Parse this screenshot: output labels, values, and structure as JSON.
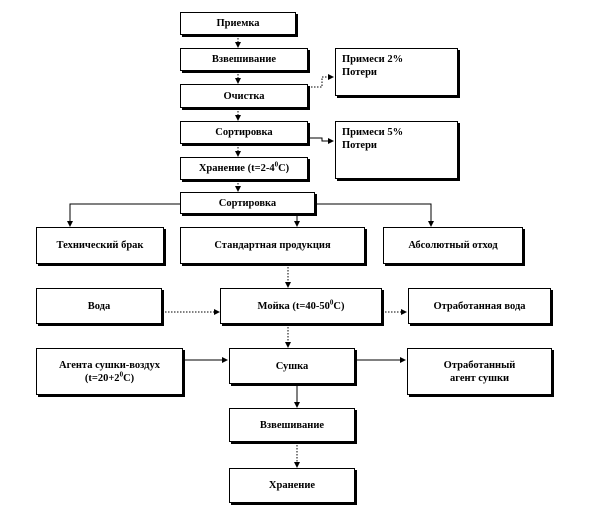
{
  "nodes": {
    "priemka": "Приемка",
    "vzveshivanie_1": "Взвешивание",
    "primesi_2": [
      "Примеси 2%",
      "Потери"
    ],
    "ochistka": "Очистка",
    "sortirovka_1": "Сортировка",
    "primesi_5": [
      "Примеси 5%",
      "Потери"
    ],
    "khranenie_1": {
      "text": "Хранение (t=2-4",
      "sup": "0",
      "tail": "С)"
    },
    "sortirovka_2": "Сортировка",
    "tekh_brak": "Технический брак",
    "standart": "Стандартная продукция",
    "absolyut_otkhod": "Абсолютный отход",
    "voda": "Вода",
    "moika": {
      "text": "Мойка (t=40-50",
      "sup": "0",
      "tail": "С)"
    },
    "otrab_voda": "Отработанная вода",
    "agent_in": {
      "line1": "Агента сушки-воздух",
      "line2": "(t=20+2",
      "sup": "0",
      "tail": "С)"
    },
    "sushka": "Сушка",
    "agent_out": [
      "Отработанный",
      "агент сушки"
    ],
    "vzveshivanie_2": "Взвешивание",
    "khranenie_2": "Хранение"
  }
}
